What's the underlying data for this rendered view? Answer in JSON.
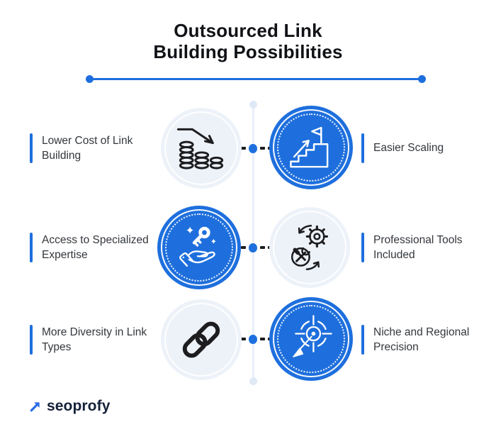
{
  "title": {
    "line1": "Outsourced Link",
    "line2": "Building Possibilities"
  },
  "items": [
    {
      "label": "Lower Cost of Link Building",
      "side": "left",
      "icon": "coins-decline-icon",
      "badge_style": "light"
    },
    {
      "label": "Easier Scaling",
      "side": "right",
      "icon": "stairs-growth-flag-icon",
      "badge_style": "blue"
    },
    {
      "label": "Access to Specialized Expertise",
      "side": "left",
      "icon": "hand-key-icon",
      "badge_style": "blue"
    },
    {
      "label": "Professional Tools Included",
      "side": "right",
      "icon": "gear-tools-icon",
      "badge_style": "light"
    },
    {
      "label": "More Diversity in Link Types",
      "side": "left",
      "icon": "chain-link-icon",
      "badge_style": "light"
    },
    {
      "label": "Niche and Regional Precision",
      "side": "right",
      "icon": "target-dart-icon",
      "badge_style": "blue"
    }
  ],
  "logo": {
    "text": "seoprofy",
    "icon": "arrow-up-right-icon"
  },
  "colors": {
    "accent_blue": "#1e6fdd",
    "light_circle": "#edf2f9",
    "icon_black": "#1d1d1f",
    "guide_line": "#e9eff8",
    "guide_cap": "#dfe9f6",
    "title_text": "#101216",
    "label_text": "#33373c",
    "logo_navy": "#16213a"
  }
}
